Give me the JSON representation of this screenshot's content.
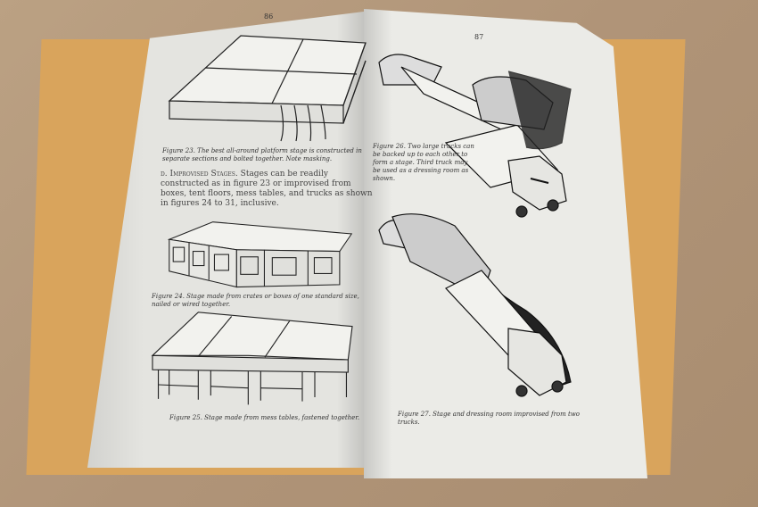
{
  "left_page": {
    "page_number": "86",
    "figure23_caption": "Figure 23. The best all-around platform stage is constructed in separate sections and bolted together. Note masking.",
    "section_heading": "d. Improvised Stages.",
    "section_text": "Stages can be readily constructed as in figure 23 or improvised from boxes, tent floors, mess tables, and trucks as shown in figures 24 to 31, inclusive.",
    "figure24_caption": "Figure 24. Stage made from crates or boxes of one standard size, nailed or wired together.",
    "figure25_caption": "Figure 25. Stage made from mess tables, fastened together."
  },
  "right_page": {
    "page_number": "87",
    "figure26_caption": "Figure 26. Two large trucks can be backed up to each other to form a stage. Third truck may be used as a dressing room as shown.",
    "figure27_caption": "Figure 27. Stage and dressing room improvised from two trucks."
  }
}
